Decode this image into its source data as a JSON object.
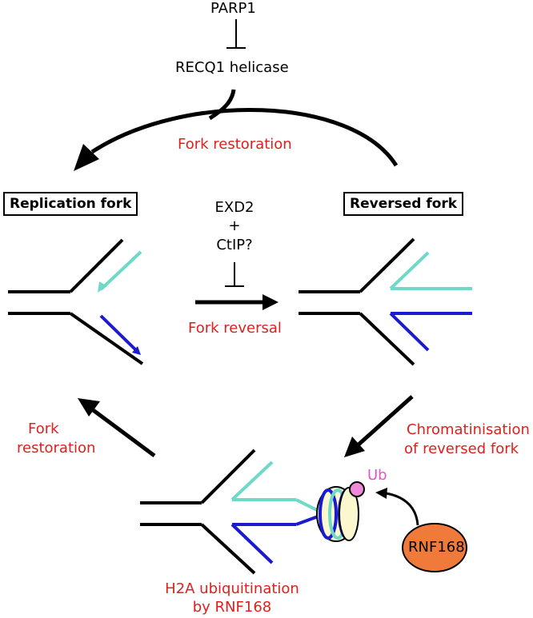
{
  "labels": {
    "parp1": "PARP1",
    "recq1": "RECQ1 helicase",
    "fork_restoration_top": "Fork restoration",
    "replication_fork": "Replication fork",
    "reversed_fork": "Reversed fork",
    "exd2": "EXD2",
    "plus": "+",
    "ctip": "CtIP?",
    "fork_reversal": "Fork reversal",
    "fork_restoration_left_1": "Fork",
    "fork_restoration_left_2": "restoration",
    "chromatinisation_1": "Chromatinisation",
    "chromatinisation_2": "of reversed fork",
    "ub": "Ub",
    "rnf168": "RNF168",
    "h2a_1": "H2A ubiquitination",
    "h2a_2": "by RNF168"
  },
  "colors": {
    "black": "#000000",
    "red": "#e0201c",
    "teal": "#6dd9c6",
    "blue": "#1a1ad0",
    "orange": "#f07a3a",
    "pink": "#f08ad8",
    "nucleosome": "#fbf8cf"
  }
}
